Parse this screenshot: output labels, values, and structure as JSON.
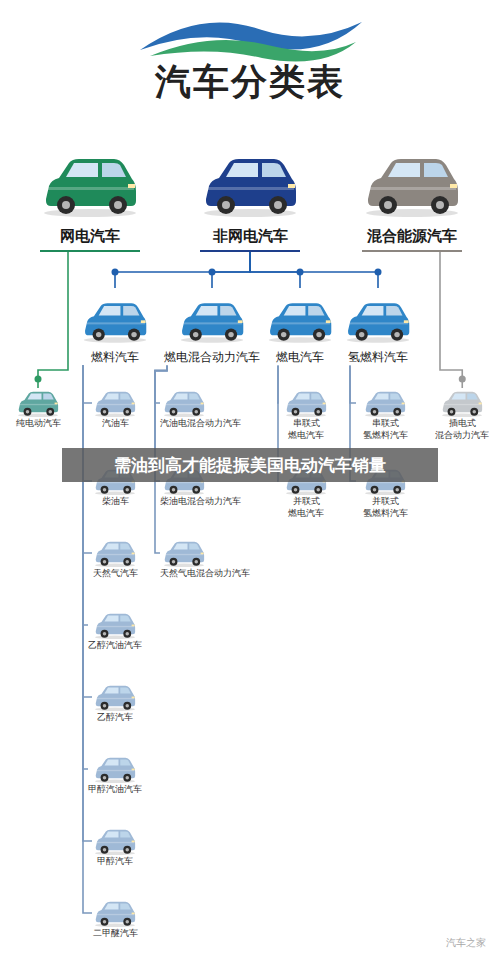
{
  "diagram": {
    "title": "汽车分类表",
    "nodes": [
      {
        "text": [
          "网电汽车"
        ]
      },
      {
        "text": [
          "非网电汽车"
        ]
      },
      {
        "text": [
          "混合能源汽车"
        ]
      },
      {
        "text": [
          "燃料汽车"
        ]
      },
      {
        "text": [
          "燃电混合动力汽车"
        ]
      },
      {
        "text": [
          "燃电汽车"
        ]
      },
      {
        "text": [
          "氢燃料汽车"
        ]
      },
      {
        "text": [
          "纯电动汽车"
        ]
      },
      {
        "text": [
          "汽油车"
        ]
      },
      {
        "text": [
          "柴油车"
        ]
      },
      {
        "text": [
          "天然气汽车"
        ]
      },
      {
        "text": [
          "乙醇汽油汽车"
        ]
      },
      {
        "text": [
          "乙醇汽车"
        ]
      },
      {
        "text": [
          "甲醇汽油汽车"
        ]
      },
      {
        "text": [
          "甲醇汽车"
        ]
      },
      {
        "text": [
          "二甲醚汽车"
        ]
      },
      {
        "text": [
          "汽油电混合动力汽车"
        ]
      },
      {
        "text": [
          "柴油电混合动力汽车"
        ]
      },
      {
        "text": [
          "天然气电混合动力汽车"
        ]
      },
      {
        "text": [
          "串联式 燃电汽车"
        ]
      },
      {
        "text": [
          "并联式 燃电汽车"
        ]
      },
      {
        "text": [
          "串联式 氢燃料汽车"
        ]
      },
      {
        "text": [
          "并联式 氢燃料汽车"
        ]
      },
      {
        "text": [
          "插电式 混合动力汽车"
        ]
      }
    ],
    "edges": [
      {
        "from": 1,
        "to": 3,
        "arrow": "none"
      },
      {
        "from": 1,
        "to": 4,
        "arrow": "none"
      },
      {
        "from": 1,
        "to": 5,
        "arrow": "none"
      },
      {
        "from": 1,
        "to": 6,
        "arrow": "none"
      },
      {
        "from": 0,
        "to": 7,
        "arrow": "none"
      },
      {
        "from": 3,
        "to": 8,
        "arrow": "none"
      },
      {
        "from": 3,
        "to": 9,
        "arrow": "none"
      },
      {
        "from": 3,
        "to": 10,
        "arrow": "none"
      },
      {
        "from": 3,
        "to": 11,
        "arrow": "none"
      },
      {
        "from": 3,
        "to": 12,
        "arrow": "none"
      },
      {
        "from": 3,
        "to": 13,
        "arrow": "none"
      },
      {
        "from": 3,
        "to": 14,
        "arrow": "none"
      },
      {
        "from": 3,
        "to": 15,
        "arrow": "none"
      },
      {
        "from": 4,
        "to": 16,
        "arrow": "none"
      },
      {
        "from": 4,
        "to": 17,
        "arrow": "none"
      },
      {
        "from": 4,
        "to": 18,
        "arrow": "none"
      },
      {
        "from": 5,
        "to": 19,
        "arrow": "none"
      },
      {
        "from": 5,
        "to": 20,
        "arrow": "none"
      },
      {
        "from": 6,
        "to": 21,
        "arrow": "none"
      },
      {
        "from": 6,
        "to": 22,
        "arrow": "none"
      },
      {
        "from": 2,
        "to": 23,
        "arrow": "none"
      }
    ],
    "labels": [
      "需油到高才能提振美国电动汽车销量",
      "汽车之家"
    ]
  }
}
